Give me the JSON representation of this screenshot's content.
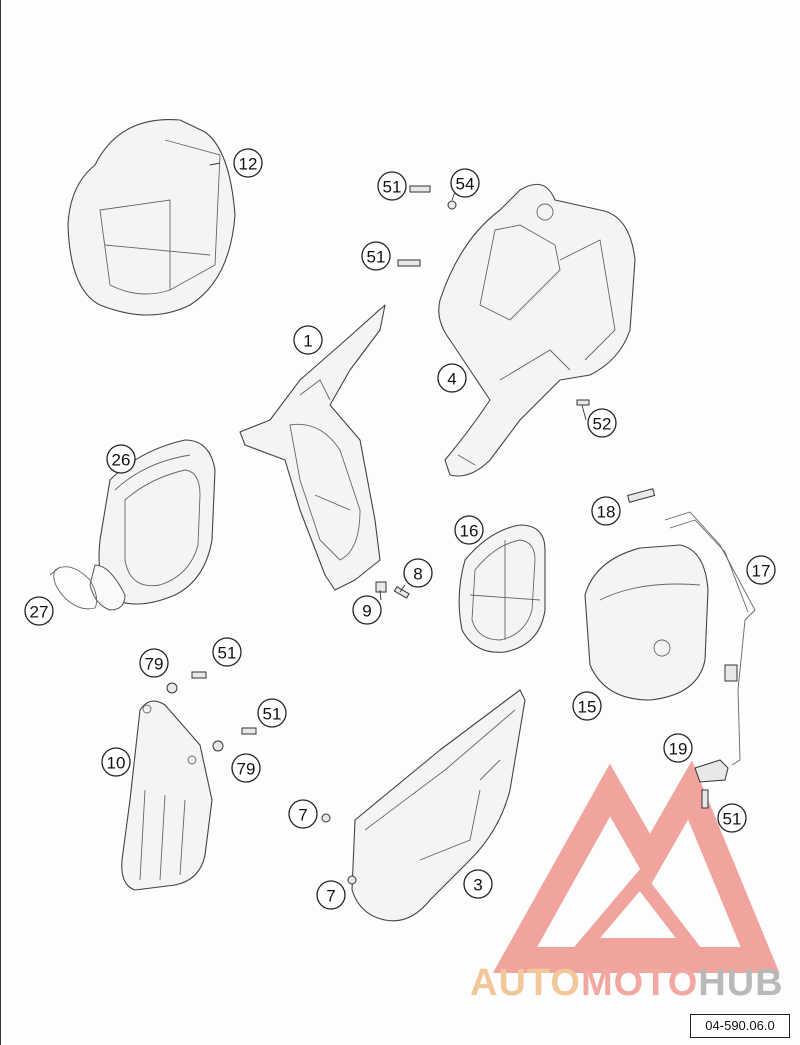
{
  "callouts": [
    "12",
    "51",
    "54",
    "51",
    "1",
    "4",
    "52",
    "26",
    "18",
    "16",
    "17",
    "8",
    "27",
    "9",
    "15",
    "79",
    "51",
    "51",
    "10",
    "79",
    "19",
    "7",
    "51",
    "7",
    "3"
  ],
  "reference_code": "04-590.06.0",
  "watermark": {
    "part1": "AUTO",
    "part2": "MOTO",
    "part3": "HUB",
    "colors": [
      "#f2c89a",
      "#f2a8a0",
      "#b9b9b9"
    ]
  }
}
